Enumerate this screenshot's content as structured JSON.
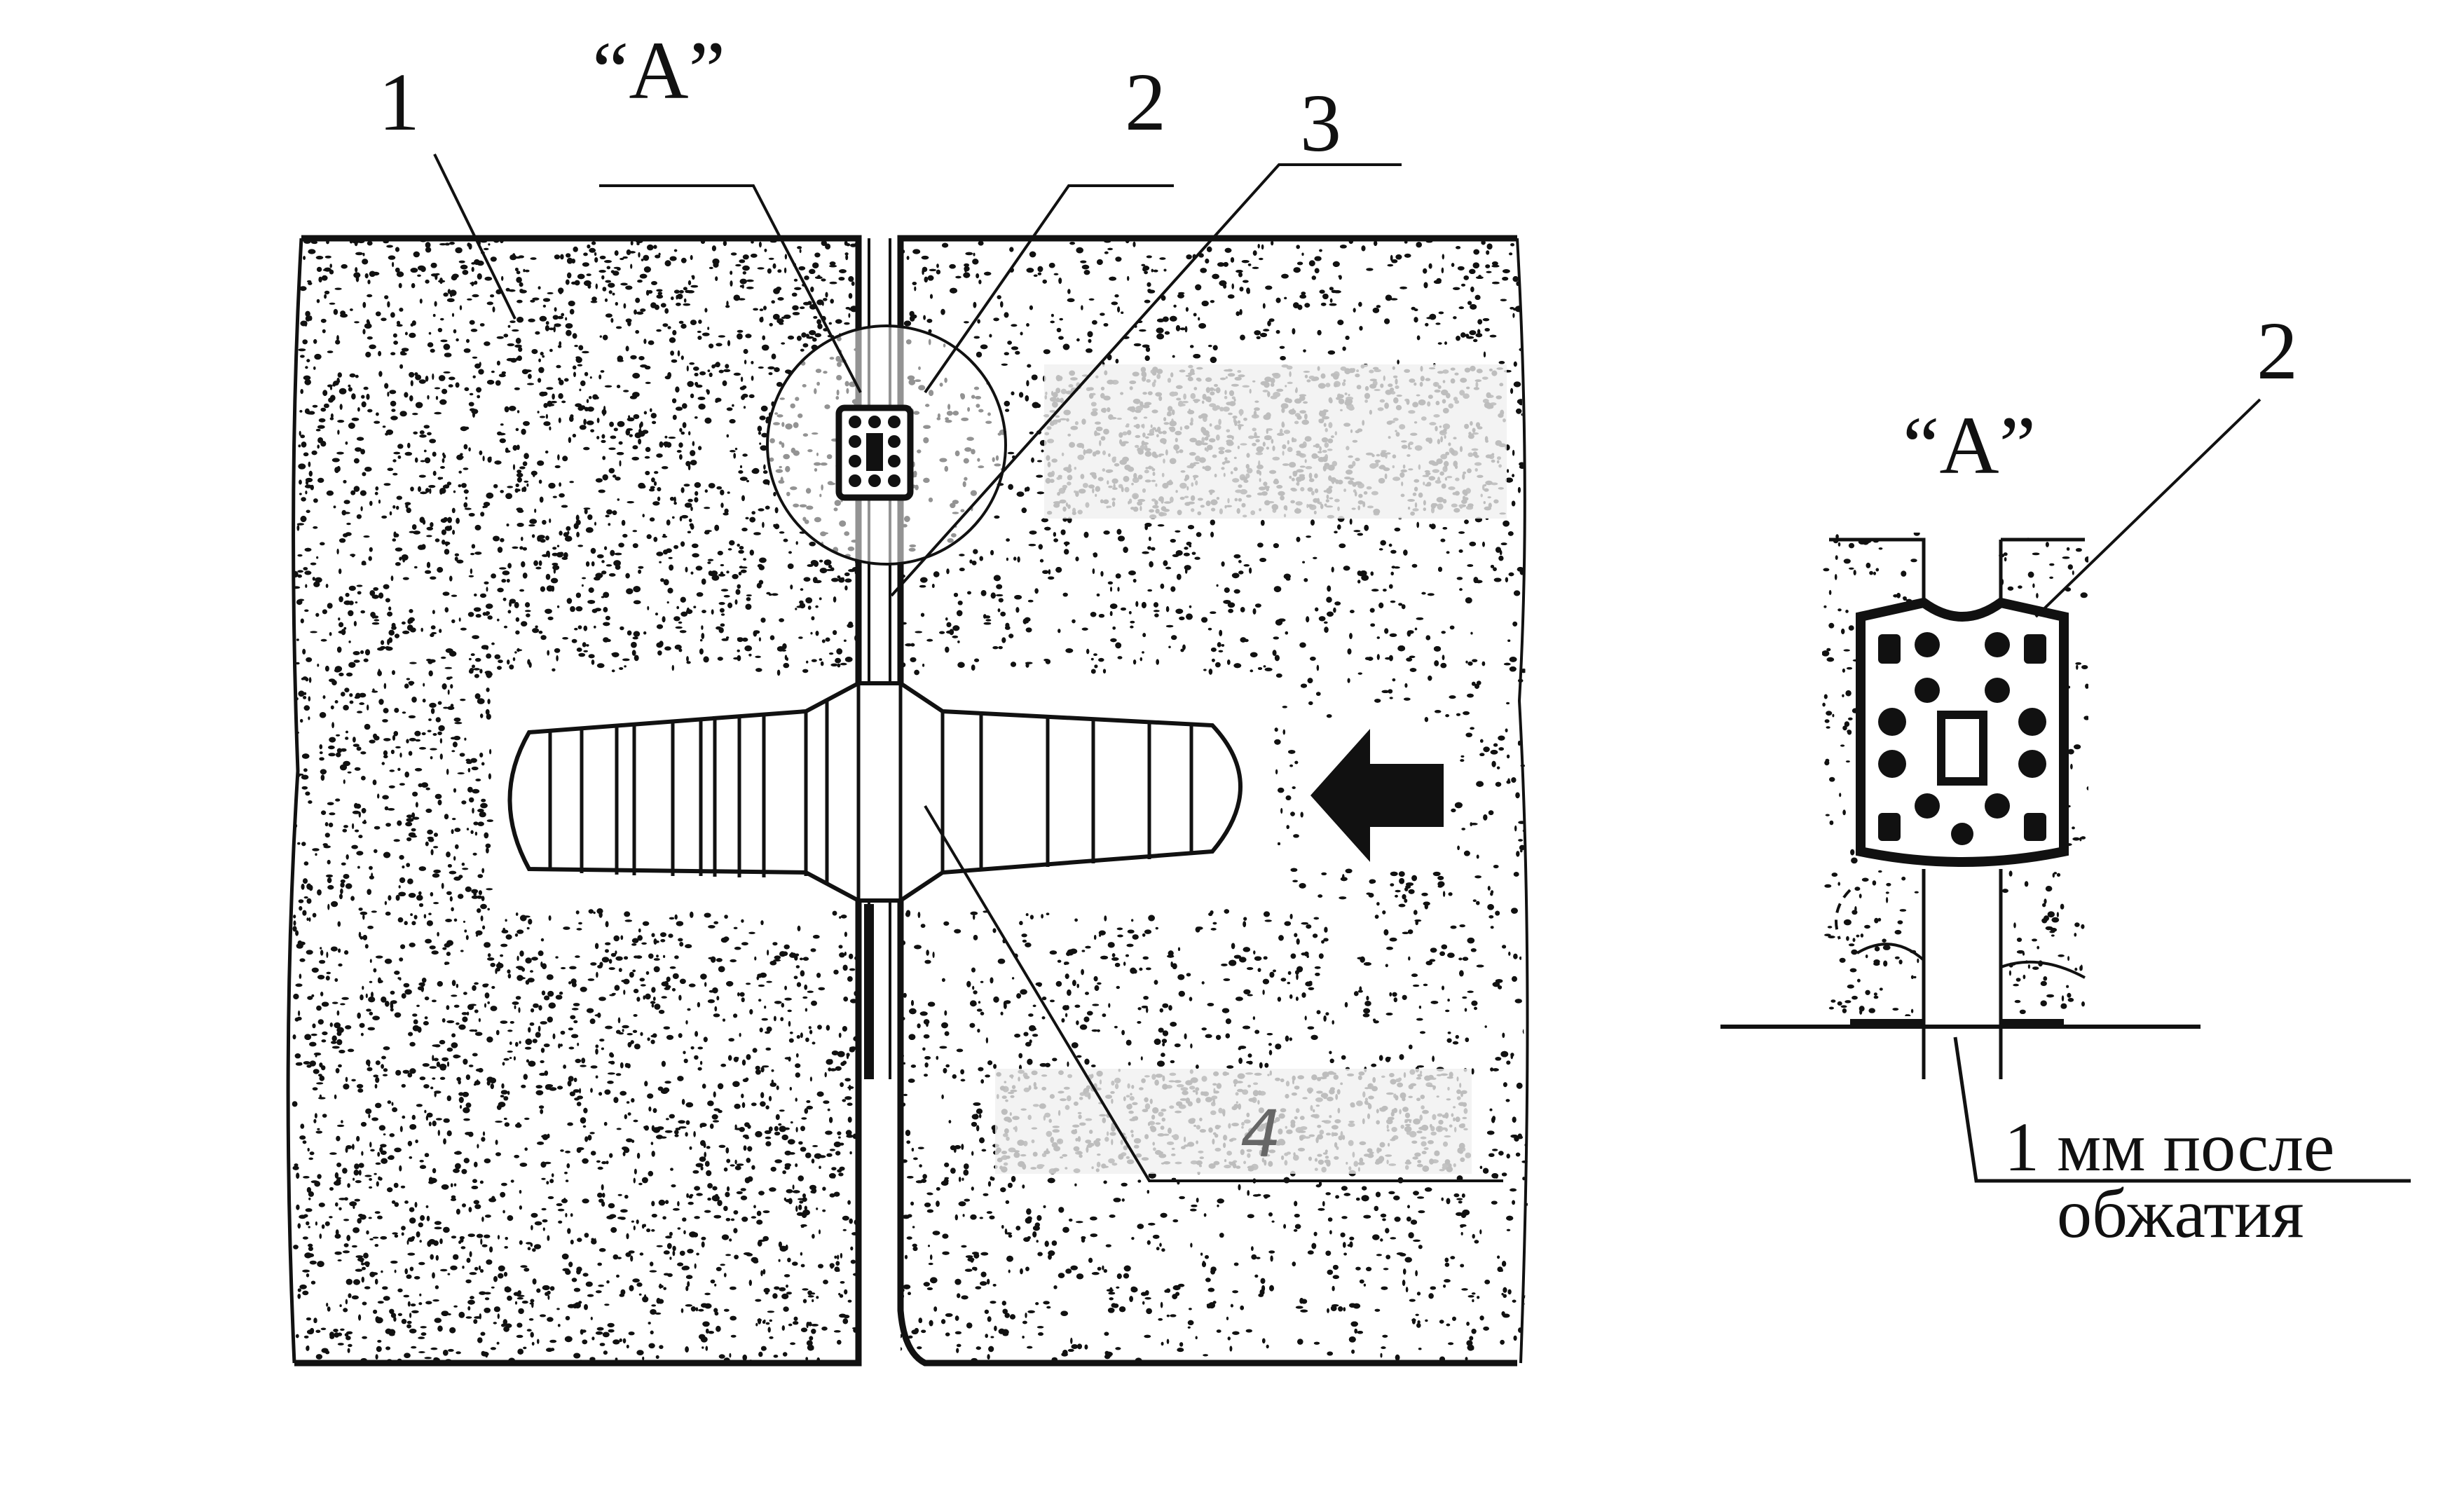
{
  "labels": {
    "part_1": "1",
    "detail_a_main": "“A”",
    "part_2_main": "2",
    "part_3": "3",
    "part_4": "4",
    "part_2_detail": "2",
    "detail_a_view": "“A”"
  },
  "annotation": {
    "line1": "1 мм после",
    "line2": "обжатия"
  },
  "icons": {
    "direction_arrow": "arrow-left-icon"
  },
  "colors": {
    "ink": "#111111",
    "paper": "#ffffff",
    "faded": "#bdbdbd"
  }
}
